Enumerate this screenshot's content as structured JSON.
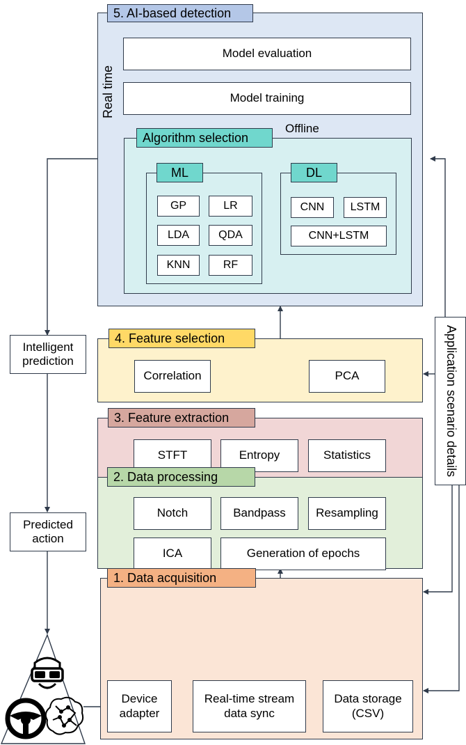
{
  "colors": {
    "stage5_bg": "#dde7f4",
    "stage5_tab": "#b4c7e7",
    "algo_bg": "#d7f0f1",
    "algo_tab": "#70d7cd",
    "stage4_bg": "#fef2cc",
    "stage4_tab": "#ffd966",
    "stage3_bg": "#f1d6d6",
    "stage3_tab": "#d6a79e",
    "stage2_bg": "#e2efda",
    "stage2_tab": "#b7d7a8",
    "stage1_bg": "#fbe5d6",
    "stage1_tab": "#f4b183",
    "line": "#2f3a4a"
  },
  "stage5": {
    "title": "5. AI-based detection",
    "model_evaluation": "Model evaluation",
    "model_training": "Model training",
    "real_time_label": "Real time",
    "offline_label": "Offline",
    "algorithm_selection": {
      "title": "Algorithm selection",
      "ml": {
        "title": "ML",
        "items": [
          "GP",
          "LR",
          "LDA",
          "QDA",
          "KNN",
          "RF"
        ]
      },
      "dl": {
        "title": "DL",
        "items": [
          "CNN",
          "LSTM",
          "CNN+LSTM"
        ]
      }
    }
  },
  "stage4": {
    "title": "4. Feature selection",
    "items": [
      "Correlation",
      "PCA"
    ]
  },
  "stage3": {
    "title": "3. Feature extraction",
    "items": [
      "STFT",
      "Entropy",
      "Statistics"
    ]
  },
  "stage2": {
    "title": "2. Data processing",
    "items": [
      "Notch",
      "Bandpass",
      "Resampling",
      "ICA",
      "Generation of epochs"
    ]
  },
  "stage1": {
    "title": "1. Data acquisition",
    "items": [
      "Device\nadapter",
      "Real-time stream\ndata sync",
      "Data storage\n(CSV)"
    ]
  },
  "left": {
    "intelligent_prediction": "Intelligent\nprediction",
    "predicted_action": "Predicted\naction"
  },
  "right": {
    "application_scenario_details": "Application scenario details"
  },
  "icons": [
    "vr-headset-icon",
    "steering-wheel-icon",
    "brain-circuit-icon"
  ]
}
